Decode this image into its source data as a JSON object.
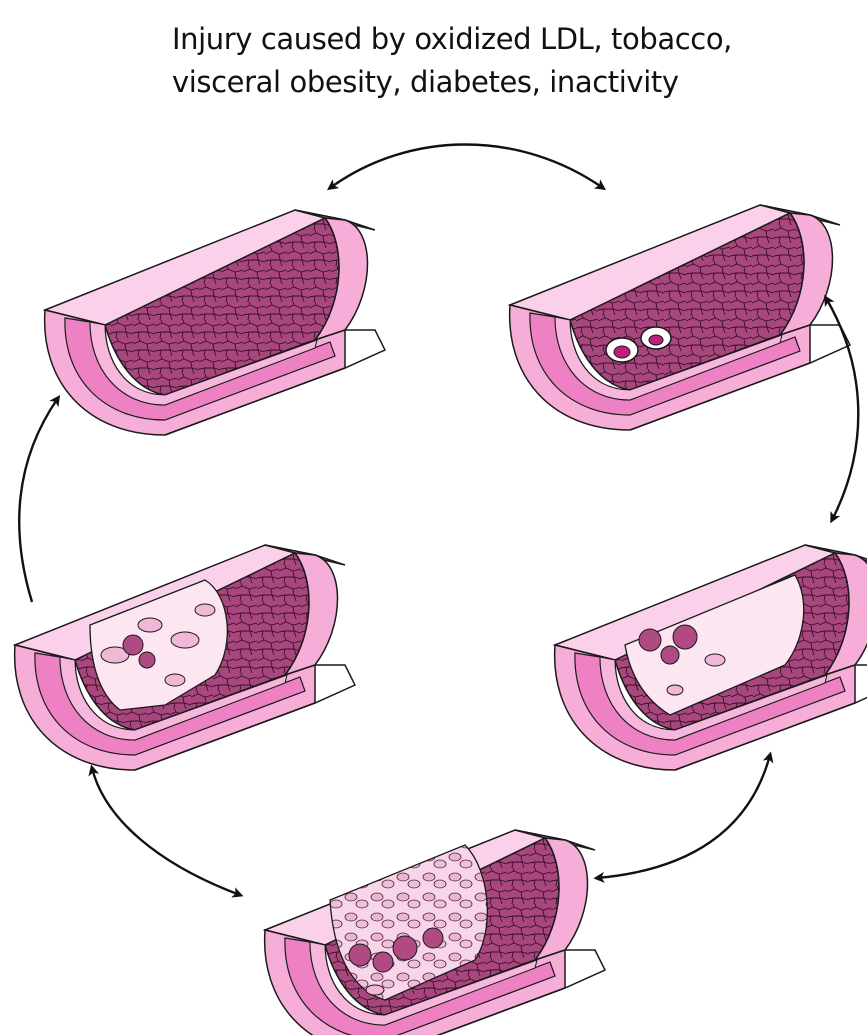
{
  "title": {
    "line1": "Injury caused by oxidized LDL, tobacco,",
    "line2": "visceral obesity, diabetes, inactivity"
  },
  "diagram": {
    "stages": [
      {
        "id": "stage-1",
        "description_visible": false,
        "features": [
          "intact endothelium"
        ]
      },
      {
        "id": "stage-2",
        "description_visible": false,
        "features": [
          "monocytes adhering"
        ]
      },
      {
        "id": "stage-3",
        "description_visible": false,
        "features": [
          "foam cells",
          "early plaque"
        ]
      },
      {
        "id": "stage-4",
        "description_visible": false,
        "features": [
          "growing plaque",
          "foam cells"
        ]
      },
      {
        "id": "stage-5",
        "description_visible": false,
        "features": [
          "fibrous plaque with foam cells and smooth muscle"
        ]
      }
    ],
    "colors": {
      "outer_wall": "#f6aed8",
      "outer_wall_light": "#fbd0ea",
      "media": "#ee80c4",
      "intima": "#f7b6dc",
      "lumen_cells": "#a8467e",
      "plaque": "#fbe6f2",
      "outline": "#1a1a1a"
    }
  }
}
